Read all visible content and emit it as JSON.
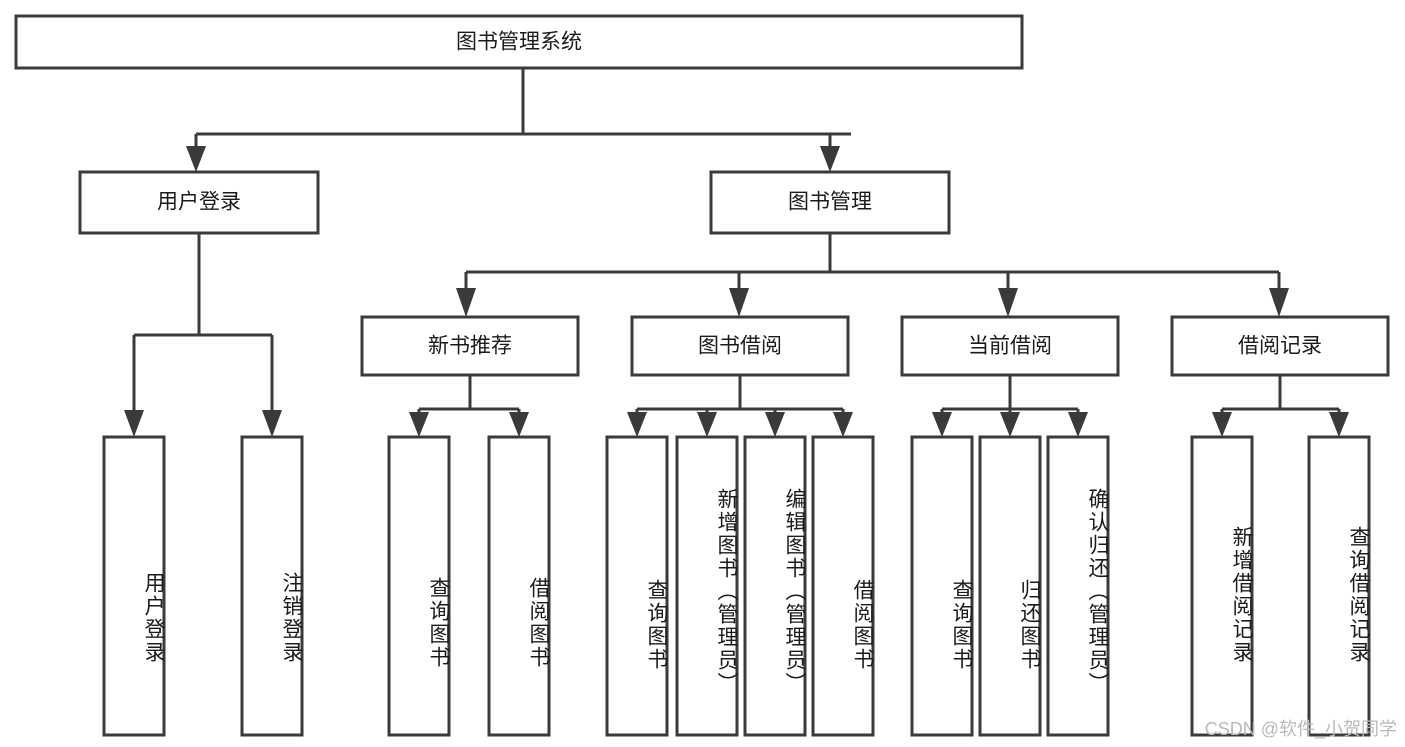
{
  "diagram": {
    "title": "图书管理系统",
    "type": "hierarchy-tree",
    "orientation": "top-down",
    "colors": {
      "box_stroke": "#3a3a3a",
      "box_fill": "#ffffff",
      "connector": "#3a3a3a",
      "text": "#1b1b1b",
      "watermark": "#b9b9b9",
      "background": "#ffffff"
    },
    "root": {
      "label": "图书管理系统",
      "id": "root-system"
    },
    "level2": [
      {
        "id": "user-login",
        "label": "用户登录"
      },
      {
        "id": "book-management",
        "label": "图书管理"
      }
    ],
    "level3": [
      {
        "id": "new-book-recommend",
        "label": "新书推荐",
        "parent": "book-management"
      },
      {
        "id": "book-borrow",
        "label": "图书借阅",
        "parent": "book-management"
      },
      {
        "id": "current-borrow",
        "label": "当前借阅",
        "parent": "book-management"
      },
      {
        "id": "borrow-record",
        "label": "借阅记录",
        "parent": "book-management"
      }
    ],
    "leaves": {
      "user-login": [
        {
          "id": "leaf-user-login",
          "label": "用户登录"
        },
        {
          "id": "leaf-user-logout",
          "label": "注销登录"
        }
      ],
      "new-book-recommend": [
        {
          "id": "leaf-query-book-1",
          "label": "查询图书"
        },
        {
          "id": "leaf-borrow-book-1",
          "label": "借阅图书"
        }
      ],
      "book-borrow": [
        {
          "id": "leaf-query-book-2",
          "label": "查询图书"
        },
        {
          "id": "leaf-add-book",
          "label": "新增图书（管理员）"
        },
        {
          "id": "leaf-edit-book",
          "label": "编辑图书（管理员）"
        },
        {
          "id": "leaf-borrow-book-2",
          "label": "借阅图书"
        }
      ],
      "current-borrow": [
        {
          "id": "leaf-query-book-3",
          "label": "查询图书"
        },
        {
          "id": "leaf-return-book",
          "label": "归还图书"
        },
        {
          "id": "leaf-confirm-return",
          "label": "确认归还（管理员）"
        }
      ],
      "borrow-record": [
        {
          "id": "leaf-add-record",
          "label": "新增借阅记录"
        },
        {
          "id": "leaf-query-record",
          "label": "查询借阅记录"
        }
      ]
    },
    "watermark": "CSDN @软件_小贺同学"
  }
}
